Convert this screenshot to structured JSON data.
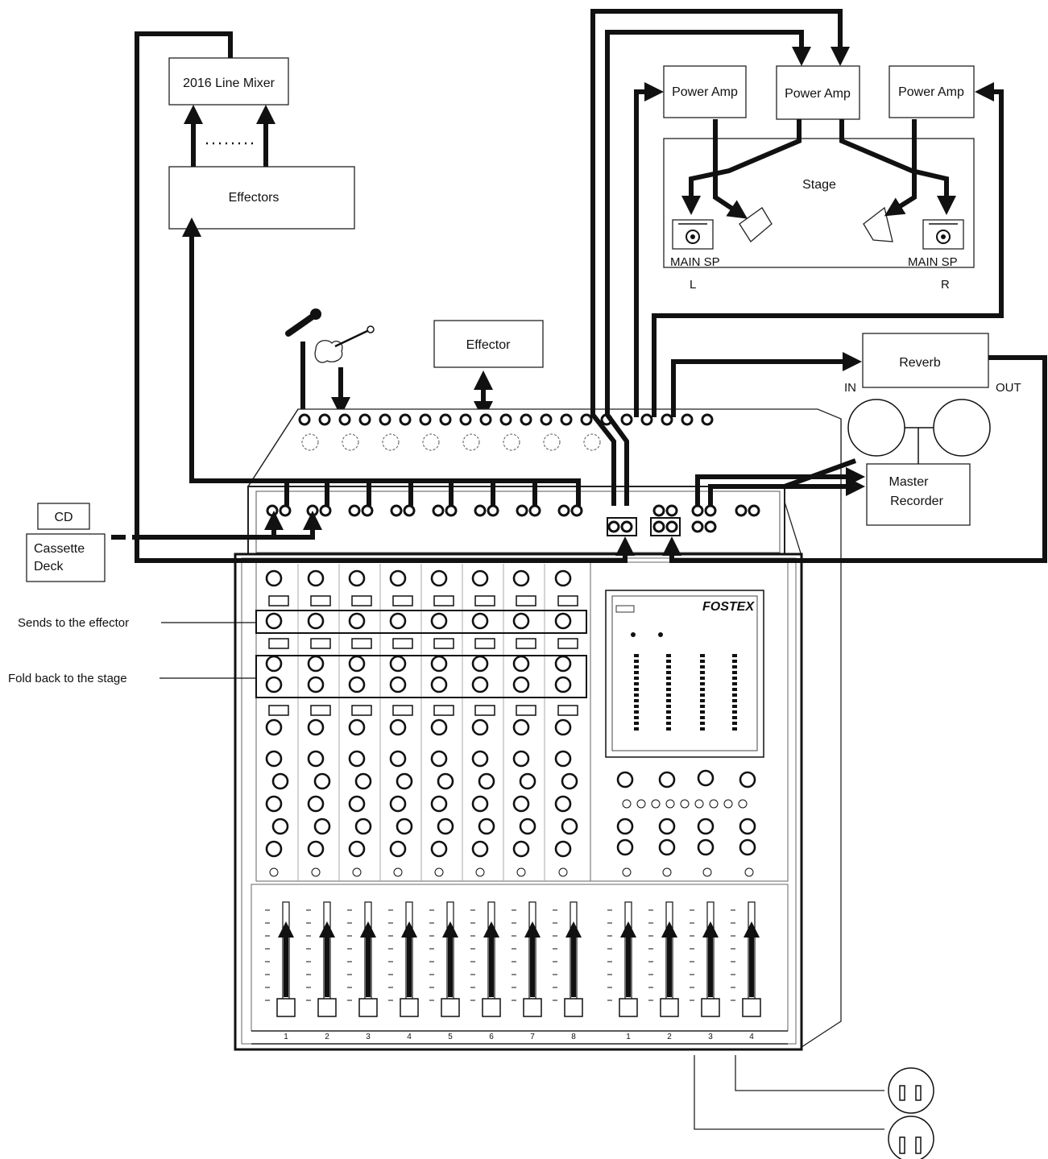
{
  "labels": {
    "line_mixer": "2016 Line Mixer",
    "effectors": "Effectors",
    "effector": "Effector",
    "power_amp_1": "Power Amp",
    "power_amp_2": "Power Amp",
    "power_amp_3": "Power Amp",
    "stage": "Stage",
    "main_sp_left": "MAIN SP",
    "main_sp_right": "MAIN SP",
    "left": "L",
    "right": "R",
    "reverb": "Reverb",
    "reverb_in": "IN",
    "reverb_out": "OUT",
    "master_recorder_1": "Master",
    "master_recorder_2": "Recorder",
    "cd": "CD",
    "cassette_1": "Cassette",
    "cassette_2": "Deck",
    "sends_label": "Sends to the effector",
    "foldback_label": "Fold back to the stage",
    "brand": "FOSTEX"
  },
  "channel_numbers": [
    "1",
    "2",
    "3",
    "4",
    "5",
    "6",
    "7",
    "8"
  ],
  "group_numbers": [
    "1",
    "2",
    "3",
    "4"
  ]
}
